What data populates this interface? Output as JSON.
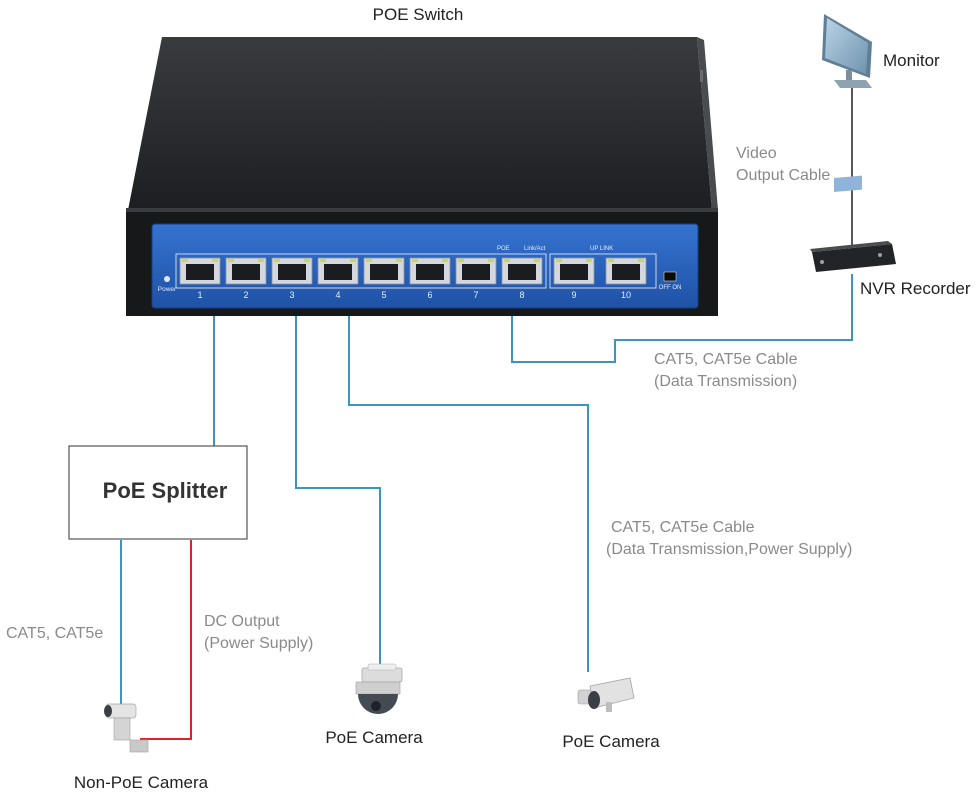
{
  "diagram": {
    "switch_title": "POE Switch",
    "panel": {
      "power_label": "Power",
      "poe_label": "POE",
      "link_label": "Link/Act",
      "uplink_label": "UP LINK",
      "switch_label": "OFF ON",
      "ports": [
        "1",
        "2",
        "3",
        "4",
        "5",
        "6",
        "7",
        "8",
        "9",
        "10"
      ]
    },
    "monitor_label": "Monitor",
    "video_cable_label": [
      "Video",
      "Output Cable"
    ],
    "nvr_label": "NVR Recorder",
    "data_cable_label": [
      "CAT5, CAT5e Cable",
      "(Data Transmission)"
    ],
    "poe_cable_label": [
      "CAT5, CAT5e Cable",
      "(Data Transmission,Power Supply)"
    ],
    "splitter_label": "PoE Splitter",
    "cat5_label": "CAT5, CAT5e",
    "dc_output_label": [
      "DC Output",
      "(Power Supply)"
    ],
    "poe_camera_1_label": "PoE Camera",
    "poe_camera_2_label": "PoE Camera",
    "non_poe_camera_label": "Non-PoE Camera",
    "colors": {
      "cable_blue": "#3c94bf",
      "dc_red": "#d9252a",
      "panel_blue": "#2b66c2",
      "switch_body": "#2a2b2e"
    }
  }
}
